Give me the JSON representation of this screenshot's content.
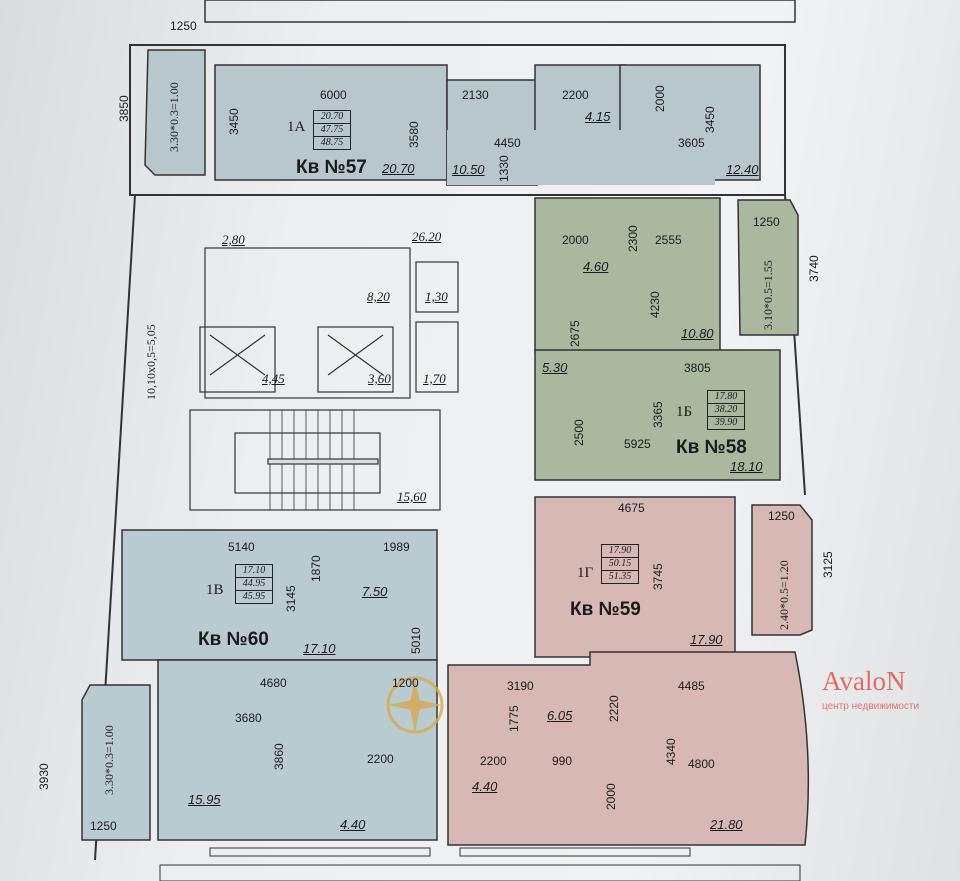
{
  "apartments": [
    {
      "number": "Кв №57",
      "type": "1A",
      "areas": [
        "20.70",
        "47.75",
        "48.75"
      ],
      "color": "#b7c7cc",
      "rooms": [
        "20.70",
        "10.50",
        "4.15",
        "12.40"
      ],
      "dims": [
        "6000",
        "3450",
        "2130",
        "3580",
        "2200",
        "2000",
        "4450",
        "1330",
        "3605",
        "3450"
      ]
    },
    {
      "number": "Кв №58",
      "type": "1Б",
      "areas": [
        "17.80",
        "38.20",
        "39.90"
      ],
      "color": "#aab89f",
      "rooms": [
        "4.60",
        "10.80",
        "5.30",
        "18.10"
      ],
      "dims": [
        "2000",
        "2300",
        "2555",
        "4230",
        "2675",
        "3805",
        "3365",
        "2500",
        "5925"
      ]
    },
    {
      "number": "Кв №59",
      "type": "1Г",
      "areas": [
        "17.90",
        "50.15",
        "51.35"
      ],
      "color": "#d8b8b5",
      "rooms": [
        "17.90",
        "6.05",
        "4.40",
        "21.80"
      ],
      "dims": [
        "4675",
        "3745",
        "3190",
        "1775",
        "2220",
        "4485",
        "4340",
        "2200",
        "990",
        "2000",
        "4800"
      ]
    },
    {
      "number": "Кв №60",
      "type": "1В",
      "areas": [
        "17.10",
        "44.95",
        "45.95"
      ],
      "color": "#b9cbd0",
      "rooms": [
        "17.10",
        "7.50",
        "15.95",
        "4.40"
      ],
      "dims": [
        "5140",
        "1870",
        "1989",
        "3145",
        "5010",
        "4680",
        "1200",
        "3680",
        "3860",
        "2200"
      ]
    }
  ],
  "balconies": [
    {
      "formula": "3.30*0.3=1.00",
      "width": "1250",
      "depth": "3850"
    },
    {
      "formula": "3.10*0.5=1.55",
      "width": "1250",
      "depth": "3740"
    },
    {
      "formula": "2.40*0.5=1.20",
      "width": "1250",
      "depth": "3125"
    },
    {
      "formula": "3.30*0.3=1.00",
      "width": "1250",
      "depth": "3930"
    }
  ],
  "core": {
    "vestibule": "2,80",
    "corridor": "26.20",
    "hall": "8,20",
    "shaft1": "1,30",
    "shaft2": "1,70",
    "lift1": "4,45",
    "lift2": "3,60",
    "stairs": "15,60",
    "loggia": "10,10x0,5=5,05"
  },
  "watermark": {
    "brand": "AvaloN",
    "subtitle": "центр недвижимости"
  }
}
